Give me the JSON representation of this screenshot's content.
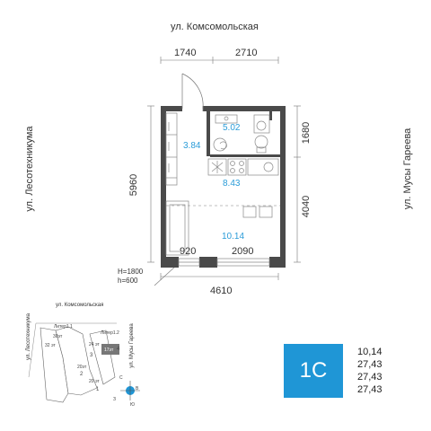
{
  "streets": {
    "top": "ул. Комсомольская",
    "left": "ул. Лесотехникума",
    "right": "ул. Мусы Гареева"
  },
  "dimensions": {
    "top_left": "1740",
    "top_right": "2710",
    "right_upper": "1680",
    "right_lower": "4040",
    "left": "5960",
    "bottom_left": "920",
    "bottom_right": "2090",
    "overall_width": "4610",
    "window_h": "H=1800",
    "window_sill": "h=600"
  },
  "rooms": {
    "bath": "5.02",
    "hall": "3.84",
    "kitchen": "8.43",
    "living": "10.14"
  },
  "site_map": {
    "street_top": "ул. Комсомольская",
    "street_left": "ул. Лесотехникума",
    "street_right": "ул. Мусы Гареева",
    "liter_1_1": "Литер1.1",
    "liter_1_2": "Литер1.2",
    "floors_30": "30эт",
    "floors_32": "32 эт",
    "floors_24": "24 эт",
    "floors_17": "17эт",
    "floors_20a": "20эт",
    "floors_20b": "20 эт",
    "num_4": "4",
    "num_3": "3",
    "num_2": "2",
    "num_1": "1",
    "compass_n": "С",
    "compass_e": "В",
    "compass_s": "Ю",
    "compass_w": "З"
  },
  "apartment": {
    "type": "1С"
  },
  "summary": [
    "10,14",
    "27,43",
    "27,43",
    "27,43"
  ],
  "colors": {
    "accent": "#1f96d6",
    "wall": "#4a4a4a",
    "room_label": "#2b9cd8"
  }
}
